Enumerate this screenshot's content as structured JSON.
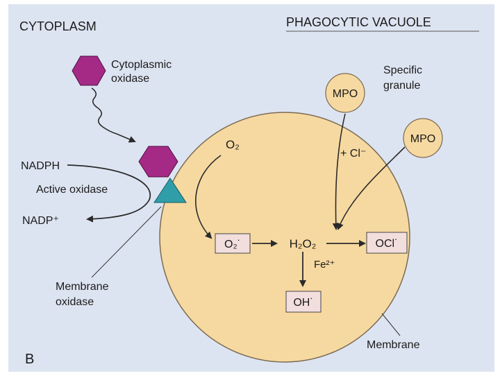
{
  "labels": {
    "cytoplasm": "CYTOPLASM",
    "phagocytic_vacuole": "PHAGOCYTIC VACUOLE",
    "cytoplasmic_oxidase_line1": "Cytoplasmic",
    "cytoplasmic_oxidase_line2": "oxidase",
    "specific_granule_line1": "Specific",
    "specific_granule_line2": "granule",
    "mpo_1": "MPO",
    "mpo_2": "MPO",
    "nadph": "NADPH",
    "active_oxidase": "Active oxidase",
    "nadp_plus": "NADP⁺",
    "o2": "O₂",
    "plus_cl": "+ Cl⁻",
    "superoxide": "O₂˙",
    "h2o2": "H₂O₂",
    "ocl": "OCl˙",
    "fe2": "Fe²⁺",
    "oh": "OH˙",
    "membrane_oxidase_line1": "Membrane",
    "membrane_oxidase_line2": "oxidase",
    "membrane": "Membrane",
    "panel_letter": "B"
  },
  "colors": {
    "panel_bg": "#dde4f1",
    "vacuole_fill": "#f6d9a1",
    "vacuole_stroke": "#7a6a52",
    "hexagon": "#a52a86",
    "triangle": "#2f9ea8",
    "box_fill": "#f3dede",
    "arrow": "#2a2a2a"
  }
}
